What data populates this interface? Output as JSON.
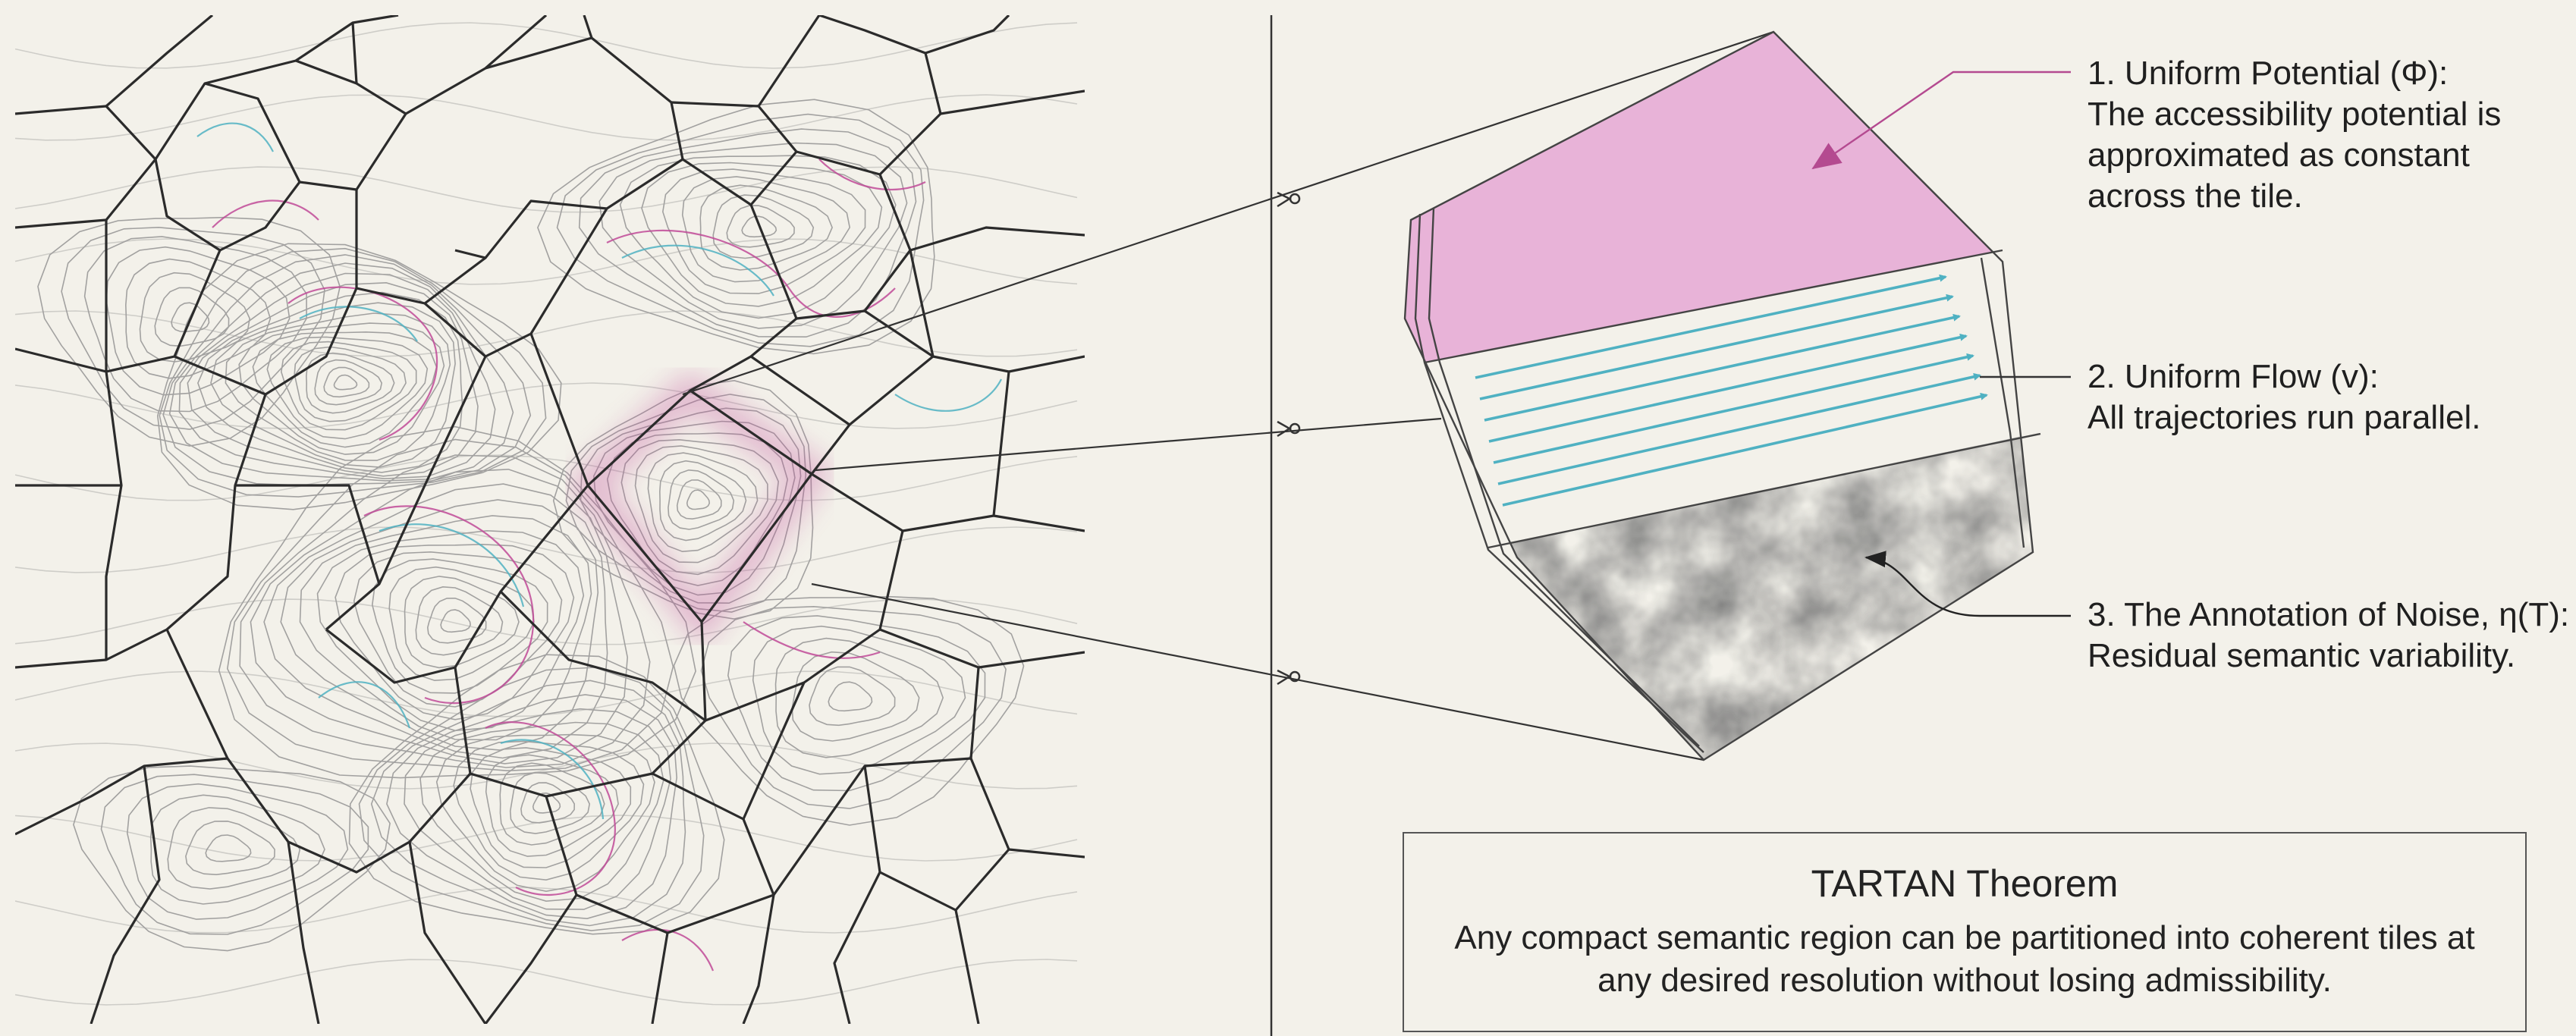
{
  "callouts": [
    {
      "heading": "1. Uniform Potential (Φ):",
      "text": "The accessibility potential is approximated as constant across the tile.",
      "accent": "#b44a90",
      "icon": "arrow-icon"
    },
    {
      "heading": "2. Uniform Flow (v):",
      "text": "All trajectories run parallel.",
      "accent": "#4fb1c2",
      "icon": "arrow-icon"
    },
    {
      "heading": "3. The Annotation of Noise, η(T):",
      "text": "Residual semantic variability.",
      "accent": "#222222",
      "icon": "arrow-icon"
    }
  ],
  "theorem": {
    "title": "TARTAN Theorem",
    "text": "Any compact semantic region can be partitioned into coherent tiles at any desired resolution without losing admissibility."
  },
  "colors": {
    "background": "#f3f1ea",
    "edges": "#2b2b2b",
    "contours": "#8e8e8e",
    "magenta": "#c04a98",
    "teal": "#4fb1c2",
    "tile_fill": "#e8b3d8"
  }
}
